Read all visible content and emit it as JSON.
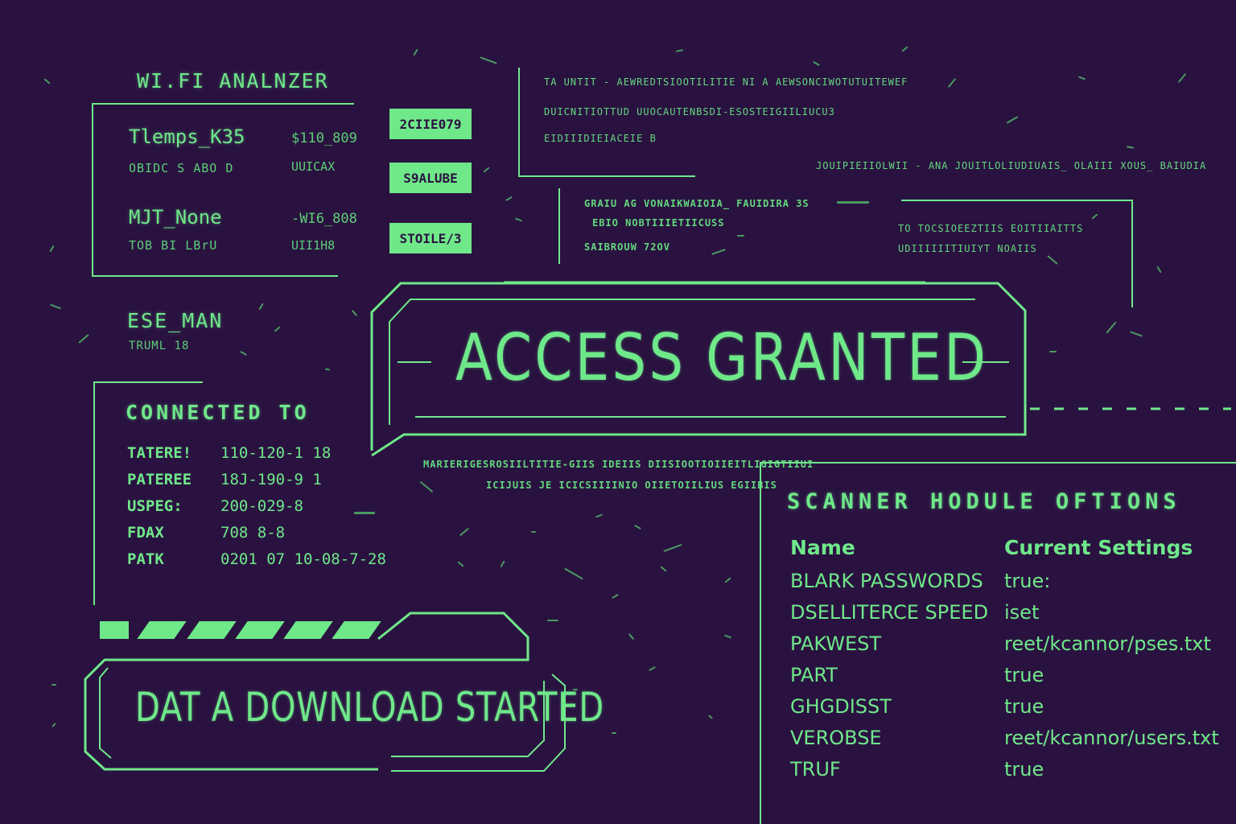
{
  "wifi": {
    "title": "WI.FI ANALNZER",
    "networks": [
      {
        "name": "Tlemps_K35",
        "sub": "OBIDC S ABO D",
        "val1": "$110_809",
        "val2": "UUICAX",
        "tag": "2CIIE079"
      },
      {
        "name": "MJT_None",
        "sub": "TOB BI   LBrU",
        "val1": "-WI6_808",
        "val2": "UII1H8",
        "tag": "S9ALUBE"
      },
      {
        "tag": "STOILE/3"
      }
    ]
  },
  "ese": {
    "title": "ESE_MAN",
    "sub": "TRUML   18"
  },
  "logs": {
    "top": [
      "TA UNTIT - AEWREDTSIOOTILITIE NI A AEWSONCIWOTUTUITEWEF",
      "DUICNITIOTTUD UUOCAUTENBSDI-ESOSTEIGIILIUCU3",
      "EIDIIIDIEIACEIE B"
    ],
    "right_wide": "JOUIPIEIIOLWII - ANA JOUITLOLIUDIUAIS_ OLAIII XOUS_ BAIUDIA",
    "mid": [
      "GRAIU AG VONAIKWAIOIA_ FAUIDIRA 3S",
      "EBIO NOBTIIIETIICUSS",
      "SAIBROUW 72OV"
    ],
    "far_right": [
      "TO TOCSIOEEZTIIS EOITIIAITTS",
      "UDIIIIIITIUIYT NOAIIS"
    ],
    "below": [
      "MARIERIGESROSIILTITIE-GIIS IDEIIS DIISIOOTIOIIEITLIGIGTIIUI",
      "ICIJUIS JE ICICSIIIINIO OIIETOIILIUS EGIIBIS"
    ]
  },
  "connected": {
    "title": "CONNECTED TO",
    "rows": [
      {
        "key": "TATERE!",
        "val": "110-120-1 18"
      },
      {
        "key": "PATEREE",
        "val": "18J-190-9 1"
      },
      {
        "key": "USPEG:",
        "val": "200-029-8"
      },
      {
        "key": "FDAX",
        "val": "708 8-8"
      },
      {
        "key": "PATK",
        "val": "0201 07 10-08-7-28"
      }
    ]
  },
  "access": {
    "text": "ACCESS GRANTED"
  },
  "download": {
    "text": "DAT A DOWNLOAD STARTED"
  },
  "scanner": {
    "title": "SCANNER HODULE OFTIONS",
    "col_name": "Name",
    "col_setting": "Current Settings",
    "rows": [
      {
        "name": "BLARK PASSWORDS",
        "value": "true:"
      },
      {
        "name": "DSELLITERCE SPEED",
        "value": "iset"
      },
      {
        "name": "PAKWEST",
        "value": "reet/kcannor/pses.txt"
      },
      {
        "name": "PART",
        "value": "true"
      },
      {
        "name": "GHGDISST",
        "value": "true"
      },
      {
        "name": "VEROBSE",
        "value": "reet/kcannor/users.txt"
      },
      {
        "name": "TRUF",
        "value": "true"
      }
    ]
  },
  "colors": {
    "background": "#2a1240",
    "accent": "#6fe88a"
  }
}
